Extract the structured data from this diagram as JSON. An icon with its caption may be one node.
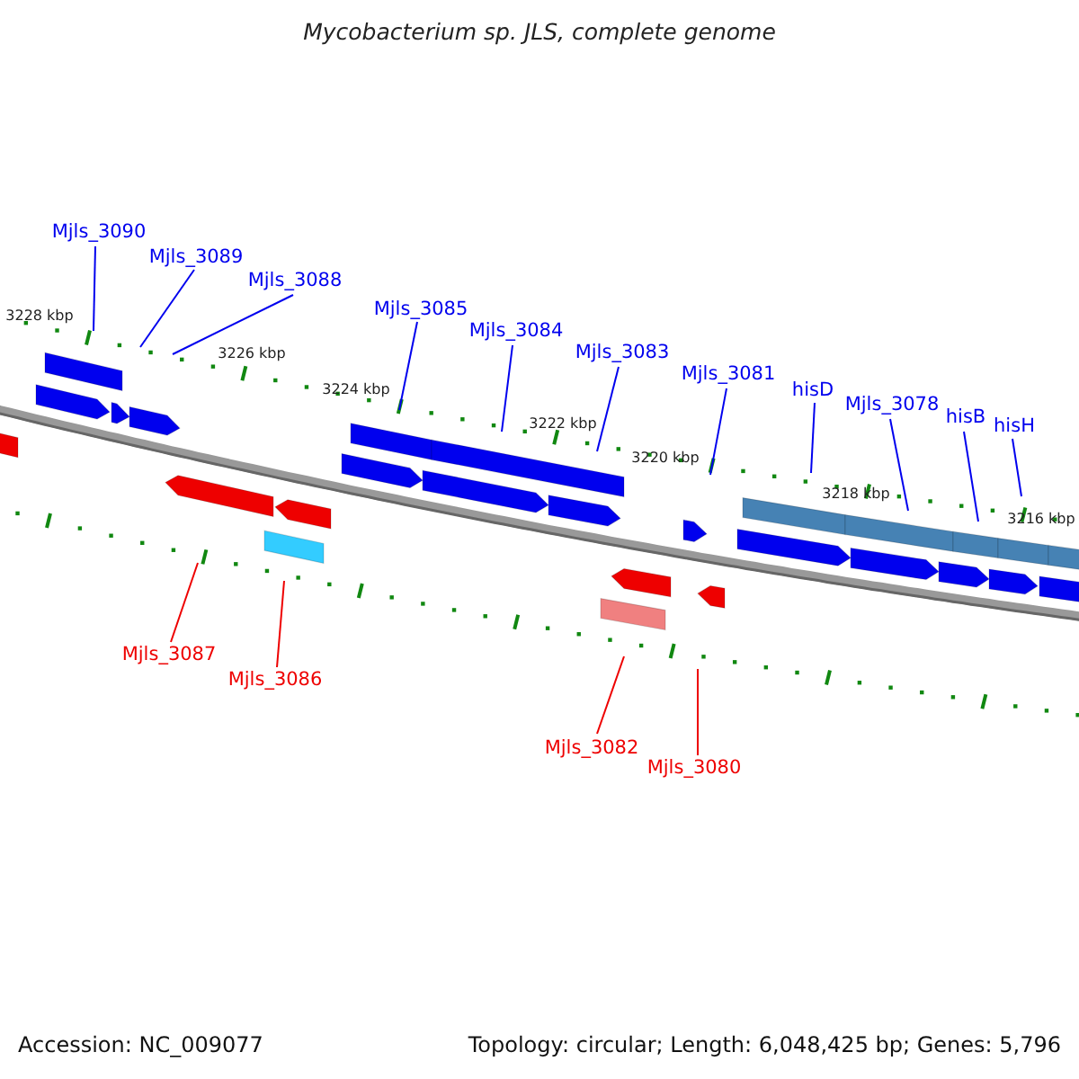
{
  "diagram": {
    "title": "Mycobacterium sp. JLS, complete genome",
    "nodes": [
      {
        "text": [
          "Mjls_3090"
        ]
      },
      {
        "text": [
          "Mjls_3089"
        ]
      },
      {
        "text": [
          "Mjls_3088"
        ]
      },
      {
        "text": [
          "Mjls_3085"
        ]
      },
      {
        "text": [
          "Mjls_3084"
        ]
      },
      {
        "text": [
          "Mjls_3083"
        ]
      },
      {
        "text": [
          "Mjls_3081"
        ]
      },
      {
        "text": [
          "hisD"
        ]
      },
      {
        "text": [
          "Mjls_3078"
        ]
      },
      {
        "text": [
          "hisB"
        ]
      },
      {
        "text": [
          "hisH"
        ]
      },
      {
        "text": [
          "Mjls_3087"
        ]
      },
      {
        "text": [
          "Mjls_3086"
        ]
      },
      {
        "text": [
          "Mjls_3082"
        ]
      },
      {
        "text": [
          "Mjls_3080"
        ]
      }
    ],
    "edges": [
      {
        "from": 0,
        "to": null,
        "arrow": "none"
      },
      {
        "from": 1,
        "to": null,
        "arrow": "none"
      },
      {
        "from": 2,
        "to": null,
        "arrow": "none"
      },
      {
        "from": 3,
        "to": null,
        "arrow": "none"
      },
      {
        "from": 4,
        "to": null,
        "arrow": "none"
      },
      {
        "from": 5,
        "to": null,
        "arrow": "none"
      },
      {
        "from": 6,
        "to": null,
        "arrow": "none"
      },
      {
        "from": 7,
        "to": null,
        "arrow": "none"
      },
      {
        "from": 8,
        "to": null,
        "arrow": "none"
      },
      {
        "from": 9,
        "to": null,
        "arrow": "none"
      },
      {
        "from": 10,
        "to": null,
        "arrow": "none"
      },
      {
        "from": 11,
        "to": null,
        "arrow": "none",
        "color": "#ee0000"
      },
      {
        "from": 12,
        "to": null,
        "arrow": "none",
        "color": "#ee0000"
      },
      {
        "from": 13,
        "to": null,
        "arrow": "none",
        "color": "#ee0000"
      },
      {
        "from": 14,
        "to": null,
        "arrow": "none",
        "color": "#ee0000"
      }
    ],
    "labels": [
      "3228 kbp",
      "3226 kbp",
      "3224 kbp",
      "3222 kbp",
      "3220 kbp",
      "3218 kbp",
      "3216 kbp",
      "Accession: NC_009077",
      "Topology: circular; Length: 6,048,425 bp; Genes: 5,796"
    ]
  }
}
